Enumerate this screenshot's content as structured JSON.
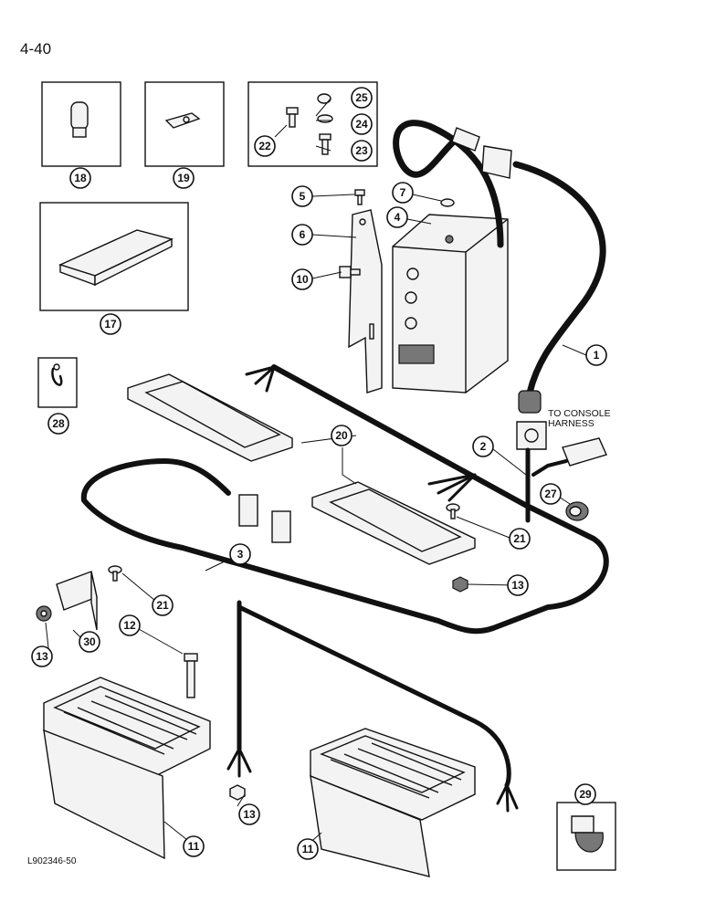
{
  "page": {
    "number": "4-40",
    "figure_code": "L902346-50"
  },
  "note": {
    "line1": "TO CONSOLE",
    "line2": "HARNESS"
  },
  "callouts": {
    "c1": "1",
    "c2": "2",
    "c3": "3",
    "c4": "4",
    "c5": "5",
    "c6": "6",
    "c7": "7",
    "c10": "10",
    "c11a": "11",
    "c11b": "11",
    "c12": "12",
    "c13a": "13",
    "c13b": "13",
    "c13c": "13",
    "c17": "17",
    "c18": "18",
    "c19": "19",
    "c20": "20",
    "c21a": "21",
    "c21b": "21",
    "c22": "22",
    "c23": "23",
    "c24": "24",
    "c25": "25",
    "c27": "27",
    "c28": "28",
    "c29": "29",
    "c30": "30"
  }
}
